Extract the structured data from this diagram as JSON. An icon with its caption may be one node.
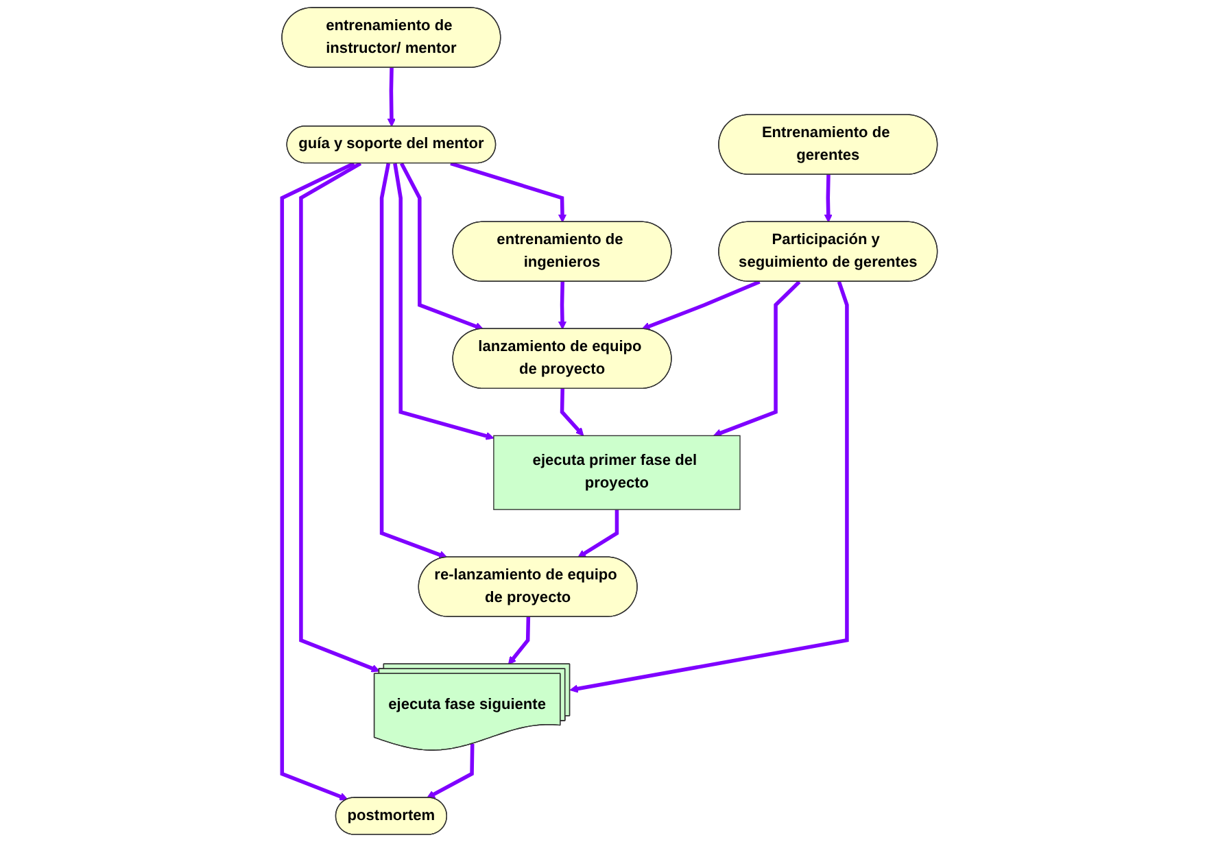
{
  "diagram": {
    "nodes": [
      {
        "text": [
          "entrenamiento de instructor/ mentor"
        ]
      },
      {
        "text": [
          "entrenamiento de ingenieros"
        ]
      },
      {
        "text": [
          "Entrenamiento de gerentes"
        ]
      },
      {
        "text": [
          "lanzamiento de equipo de proyecto"
        ]
      },
      {
        "text": [
          "guía y soporte del mentor"
        ]
      },
      {
        "text": [
          "ejecuta primer fase del proyecto"
        ]
      },
      {
        "text": [
          "Participación y seguimiento de gerentes"
        ]
      },
      {
        "text": [
          "re-lanzamiento de equipo de proyecto"
        ]
      },
      {
        "text": [
          "ejecuta fase siguiente"
        ]
      },
      {
        "text": [
          "postmortem"
        ]
      }
    ],
    "edges": [
      {
        "from": 0,
        "to": 4,
        "arrow": "to"
      },
      {
        "from": 4,
        "to": 1,
        "arrow": "to"
      },
      {
        "from": 4,
        "to": 3,
        "arrow": "to"
      },
      {
        "from": 4,
        "to": 5,
        "arrow": "to"
      },
      {
        "from": 4,
        "to": 7,
        "arrow": "to"
      },
      {
        "from": 4,
        "to": 8,
        "arrow": "to"
      },
      {
        "from": 4,
        "to": 9,
        "arrow": "to"
      },
      {
        "from": 1,
        "to": 3,
        "arrow": "to"
      },
      {
        "from": 3,
        "to": 5,
        "arrow": "to"
      },
      {
        "from": 5,
        "to": 7,
        "arrow": "to"
      },
      {
        "from": 7,
        "to": 8,
        "arrow": "to"
      },
      {
        "from": 8,
        "to": 9,
        "arrow": "to"
      },
      {
        "from": 2,
        "to": 6,
        "arrow": "to"
      },
      {
        "from": 6,
        "to": 3,
        "arrow": "to"
      },
      {
        "from": 6,
        "to": 5,
        "arrow": "to"
      },
      {
        "from": 6,
        "to": 8,
        "arrow": "to"
      }
    ]
  }
}
